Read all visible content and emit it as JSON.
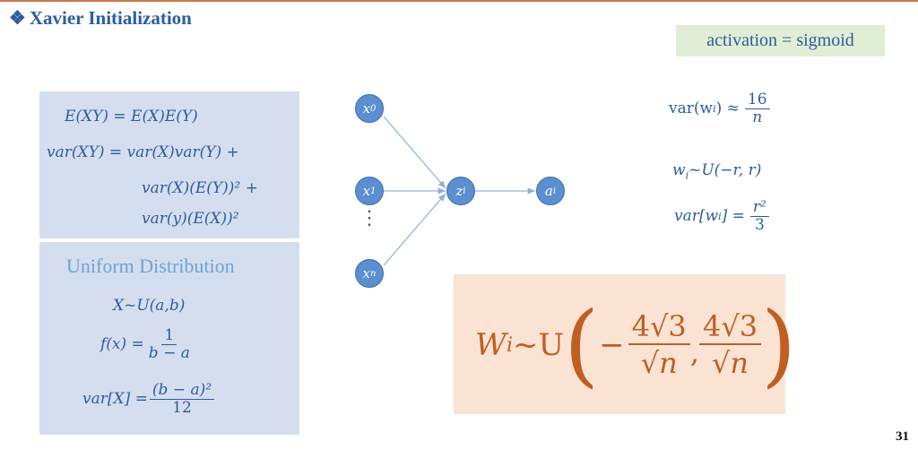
{
  "title": {
    "bullet": "❖",
    "text": "Xavier Initialization"
  },
  "activation": {
    "label": "activation = sigmoid"
  },
  "properties": {
    "line1": "E(XY) = E(X)E(Y)",
    "line2": "var(XY) = var(X)var(Y) +",
    "line3": "var(X)(E(Y))² +",
    "line4": "var(y)(E(X))²"
  },
  "uniform": {
    "heading": "Uniform Distribution",
    "dist": "X~U(a,b)",
    "pdf_lhs": "f(x) =",
    "pdf_num": "1",
    "pdf_den": "b − a",
    "var_lhs": "var[X] =",
    "var_num": "(b − a)²",
    "var_den": "12"
  },
  "network": {
    "nodes": {
      "x0": "x",
      "x0_sub": "0",
      "x1": "x",
      "x1_sub": "1",
      "xn": "x",
      "xn_sub": "n",
      "z": "z",
      "z_sub": "i",
      "a": "a",
      "a_sub": "i"
    },
    "dots": "⋮"
  },
  "right_eqs": {
    "var_w_lhs": "var(w",
    "var_w_sub": "i",
    "var_w_mid": ") ≈",
    "var_w_num": "16",
    "var_w_den": "n",
    "w_dist_w": "w",
    "w_dist_sub": "i",
    "w_dist_rest": "~U(−r, r)",
    "varw_lhs": "var[w",
    "varw_sub": "i",
    "varw_mid": "] =",
    "varw_num": "r²",
    "varw_den": "3"
  },
  "result": {
    "w": "W",
    "w_sub": "i",
    "dist": "~U",
    "lparen": "(",
    "minus": "−",
    "num": "4√3",
    "den": "√n",
    "comma": ",",
    "rparen": ")"
  },
  "page_number": "31",
  "colors": {
    "accent_blue": "#2e5c9e",
    "panel_blue": "#d5deee",
    "result_orange": "#c15e22",
    "result_bg": "#fbe3d4",
    "activation_bg": "#dfeed5",
    "node_blue": "#5b8fd0"
  }
}
